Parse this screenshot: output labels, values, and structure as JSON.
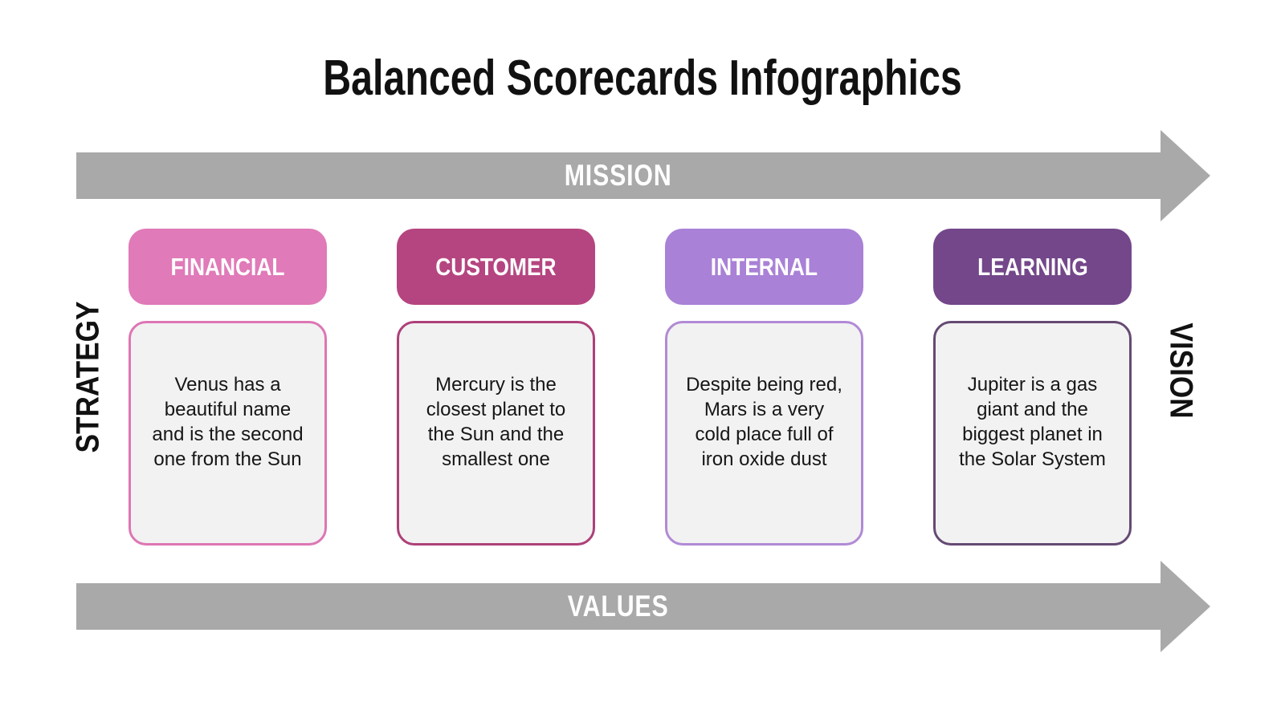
{
  "title": "Balanced Scorecards Infographics",
  "arrows": {
    "top_label": "MISSION",
    "bottom_label": "VALUES",
    "color": "#a9a9a9",
    "label_color": "#ffffff"
  },
  "side_labels": {
    "left": "STRATEGY",
    "right": "VISION"
  },
  "card_body_background": "#f2f2f2",
  "columns": [
    {
      "label": "FINANCIAL",
      "header_color": "#e07ab8",
      "border_color": "#dd76b4",
      "description": "Venus has a\nbeautiful name\nand is the second\none from the Sun"
    },
    {
      "label": "CUSTOMER",
      "header_color": "#b54580",
      "border_color": "#ad4079",
      "description": "Mercury is the\nclosest planet to\nthe Sun and the\nsmallest one"
    },
    {
      "label": "INTERNAL",
      "header_color": "#a981d6",
      "border_color": "#b18ad6",
      "description": "Despite being red,\nMars is a very\ncold place full of\niron oxide dust"
    },
    {
      "label": "LEARNING",
      "header_color": "#73478a",
      "border_color": "#654a72",
      "description": "Jupiter is a gas\ngiant and the\nbiggest planet in\nthe Solar System"
    }
  ]
}
